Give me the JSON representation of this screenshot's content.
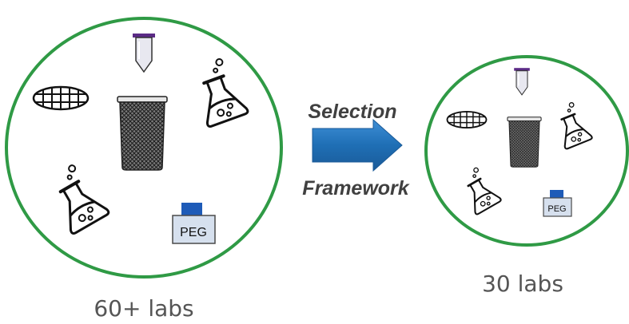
{
  "diagram": {
    "left_group": {
      "caption": "60+ labs"
    },
    "right_group": {
      "caption": "30 labs"
    },
    "arrow": {
      "label_top": "Selection",
      "label_bottom": "Framework"
    },
    "peg_label": "PEG",
    "colors": {
      "circle_stroke": "#2f9a45",
      "arrow_fill": "#1f6fb5",
      "tube_cap": "#5b2a86",
      "peg_cap": "#1e5bb8",
      "peg_body": "#d6e0ee",
      "mesh": "#333333"
    },
    "icons": [
      "grid-dish-icon",
      "sample-tube-icon",
      "mesh-basket-icon",
      "flask-icon",
      "peg-bottle-icon",
      "right-arrow-icon"
    ]
  }
}
